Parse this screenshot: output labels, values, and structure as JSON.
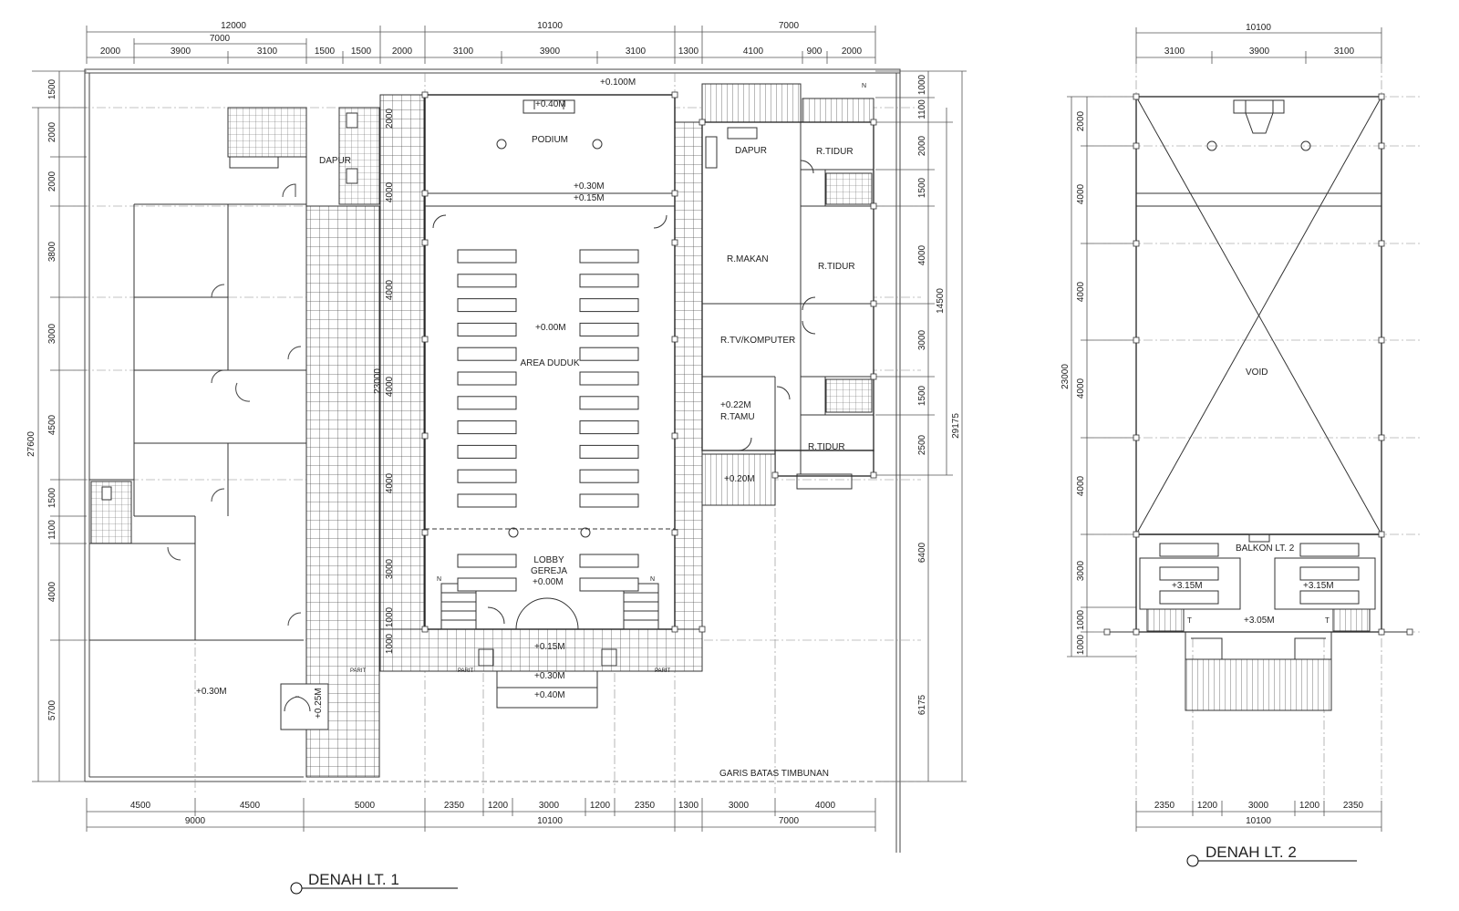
{
  "plan1": {
    "title": "DENAH LT. 1",
    "dims_top_total": [
      "12000",
      "10100",
      "7000"
    ],
    "dims_top_sub": [
      "7000"
    ],
    "dims_top": [
      "2000",
      "3900",
      "3100",
      "1500",
      "1500",
      "2000",
      "3100",
      "3900",
      "3100",
      "1300",
      "4100",
      "900",
      "2000"
    ],
    "dims_bottom": [
      "4500",
      "4500",
      "5000",
      "2350",
      "1200",
      "3000",
      "1200",
      "2350",
      "1300",
      "3000",
      "4000"
    ],
    "dims_bottom_total": [
      "9000",
      "10100",
      "7000"
    ],
    "dims_left": [
      "1500",
      "2000",
      "2000",
      "3800",
      "3000",
      "4500",
      "1500",
      "1100",
      "4000",
      "5700"
    ],
    "dim_left_total": "27600",
    "dims_right": [
      "1000",
      "1100",
      "2000",
      "1500",
      "4000",
      "3000",
      "1500",
      "2500",
      "6400",
      "6175"
    ],
    "dim_right_sub": "14500",
    "dim_right_total": "29175",
    "dims_inner": [
      "2000",
      "4000",
      "4000",
      "4000",
      "4000",
      "3000",
      "1000",
      "1000"
    ],
    "dim_inner_total": "23000",
    "rooms": {
      "podium": "PODIUM",
      "area_duduk": "AREA DUDUK",
      "lobby": "LOBBY",
      "gereja": "GEREJA",
      "dapur_left": "DAPUR",
      "dapur_right": "DAPUR",
      "tidur1": "R.TIDUR",
      "tidur2": "R.TIDUR",
      "tidur3": "R.TIDUR",
      "makan": "R.MAKAN",
      "tv": "R.TV/KOMPUTER",
      "tamu": "R.TAMU"
    },
    "levels": {
      "top": "+0.100M",
      "podium": "+0.40M",
      "front1": "+0.30M",
      "front2": "+0.15M",
      "area": "+0.00M",
      "lobby": "+0.00M",
      "entry": "+0.15M",
      "step1": "+0.30M",
      "step2": "+0.40M",
      "left_room": "+0.30M",
      "left_door": "+0.25M",
      "tamu": "+0.22M",
      "porch": "+0.20M"
    },
    "parit": "PARIT",
    "garis_batas": "GARIS BATAS TIMBUNAN",
    "north": "N"
  },
  "plan2": {
    "title": "DENAH LT. 2",
    "dims_top_total": "10100",
    "dims_top": [
      "3100",
      "3900",
      "3100"
    ],
    "dims_bottom": [
      "2350",
      "1200",
      "3000",
      "1200",
      "2350"
    ],
    "dims_bottom_total": "10100",
    "dims_left": [
      "2000",
      "4000",
      "4000",
      "4000",
      "4000",
      "3000",
      "1000",
      "1000"
    ],
    "dim_left_total": "23000",
    "void": "VOID",
    "balkon": "BALKON LT. 2",
    "levels": {
      "left": "+3.15M",
      "right": "+3.15M",
      "center": "+3.05M"
    },
    "t_mark": "T"
  }
}
